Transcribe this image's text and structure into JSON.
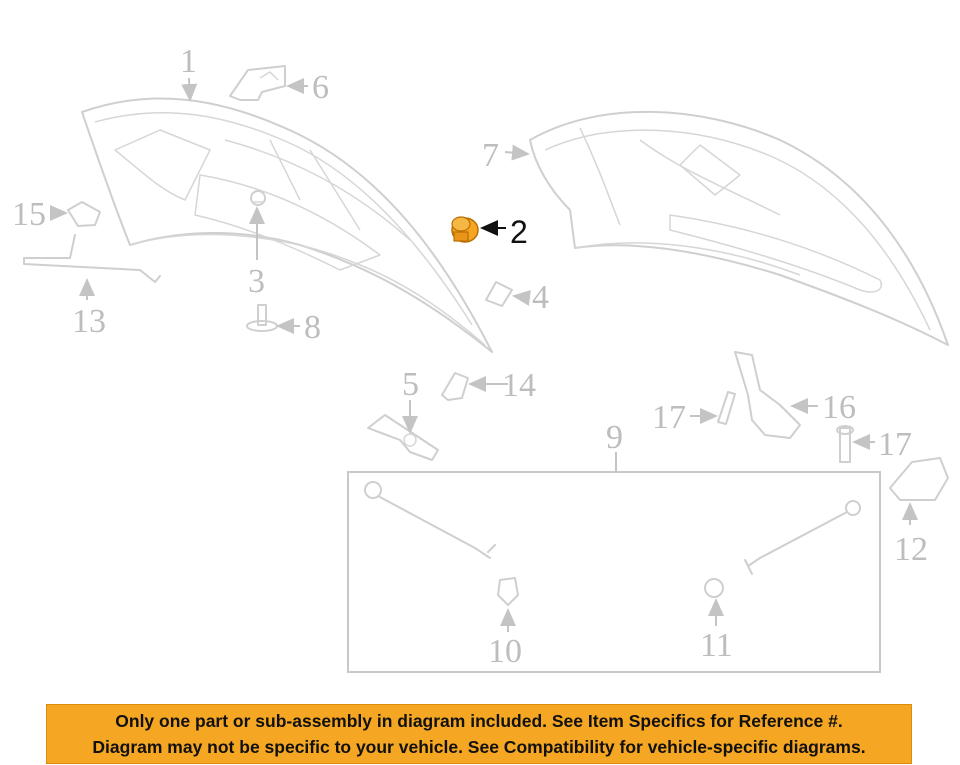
{
  "callouts": {
    "c1": "1",
    "c2": "2",
    "c3": "3",
    "c4": "4",
    "c5": "5",
    "c6": "6",
    "c7": "7",
    "c8": "8",
    "c9": "9",
    "c10": "10",
    "c11": "11",
    "c12": "12",
    "c13": "13",
    "c14": "14",
    "c15": "15",
    "c16": "16",
    "c17a": "17",
    "c17b": "17"
  },
  "banner": {
    "line1": "Only one part or sub-assembly in diagram included. See Item Specifics for Reference #.",
    "line2": "Diagram may not be specific to your vehicle. See Compatibility for vehicle-specific diagrams."
  },
  "colors": {
    "highlight_part": "#f5a623",
    "banner_bg": "#f5a623",
    "line_art": "#cfcfcf"
  }
}
